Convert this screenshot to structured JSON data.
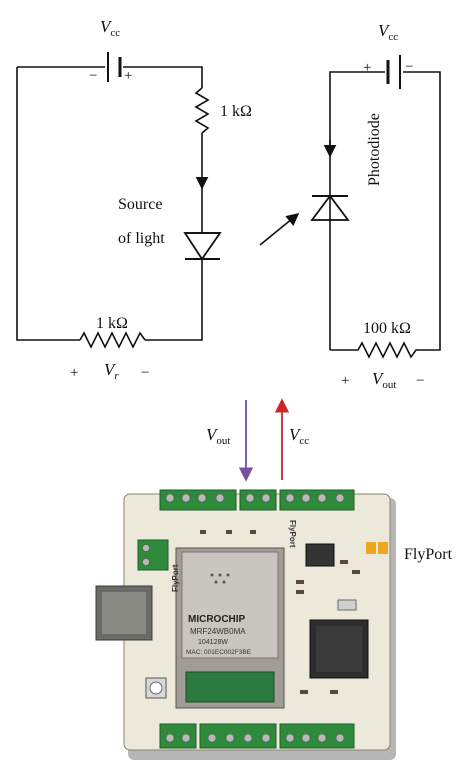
{
  "left_circuit": {
    "vcc_label": "V",
    "vcc_sub": "cc",
    "battery_minus": "−",
    "battery_plus": "+",
    "resistor_top_label": "1 kΩ",
    "source_label_line1": "Source",
    "source_label_line2": "of light",
    "resistor_bottom_label": "1 kΩ",
    "bottom_plus": "+",
    "bottom_minus": "−",
    "vr_label": "V",
    "vr_sub": "r"
  },
  "right_circuit": {
    "vcc_label": "V",
    "vcc_sub": "cc",
    "battery_plus": "+",
    "battery_minus": "−",
    "photodiode_label": "Photodiode",
    "resistor_label": "100 kΩ",
    "bottom_plus": "+",
    "bottom_minus": "−",
    "vout_label": "V",
    "vout_sub": "out"
  },
  "signals": {
    "vout_label": "V",
    "vout_sub": "out",
    "vout_color": "#7b4fa0",
    "vcc_label": "V",
    "vcc_sub": "cc",
    "vcc_color": "#c8282a"
  },
  "board": {
    "name_label": "FlyPort",
    "chip_brand": "MICROCHIP",
    "chip_model": "MRF24WB0MA",
    "chip_code": "104128W",
    "chip_mac": "MAC: 001EC002F3BE",
    "silk_label": "FlyPort",
    "silk_label_2": "FlyPort"
  }
}
